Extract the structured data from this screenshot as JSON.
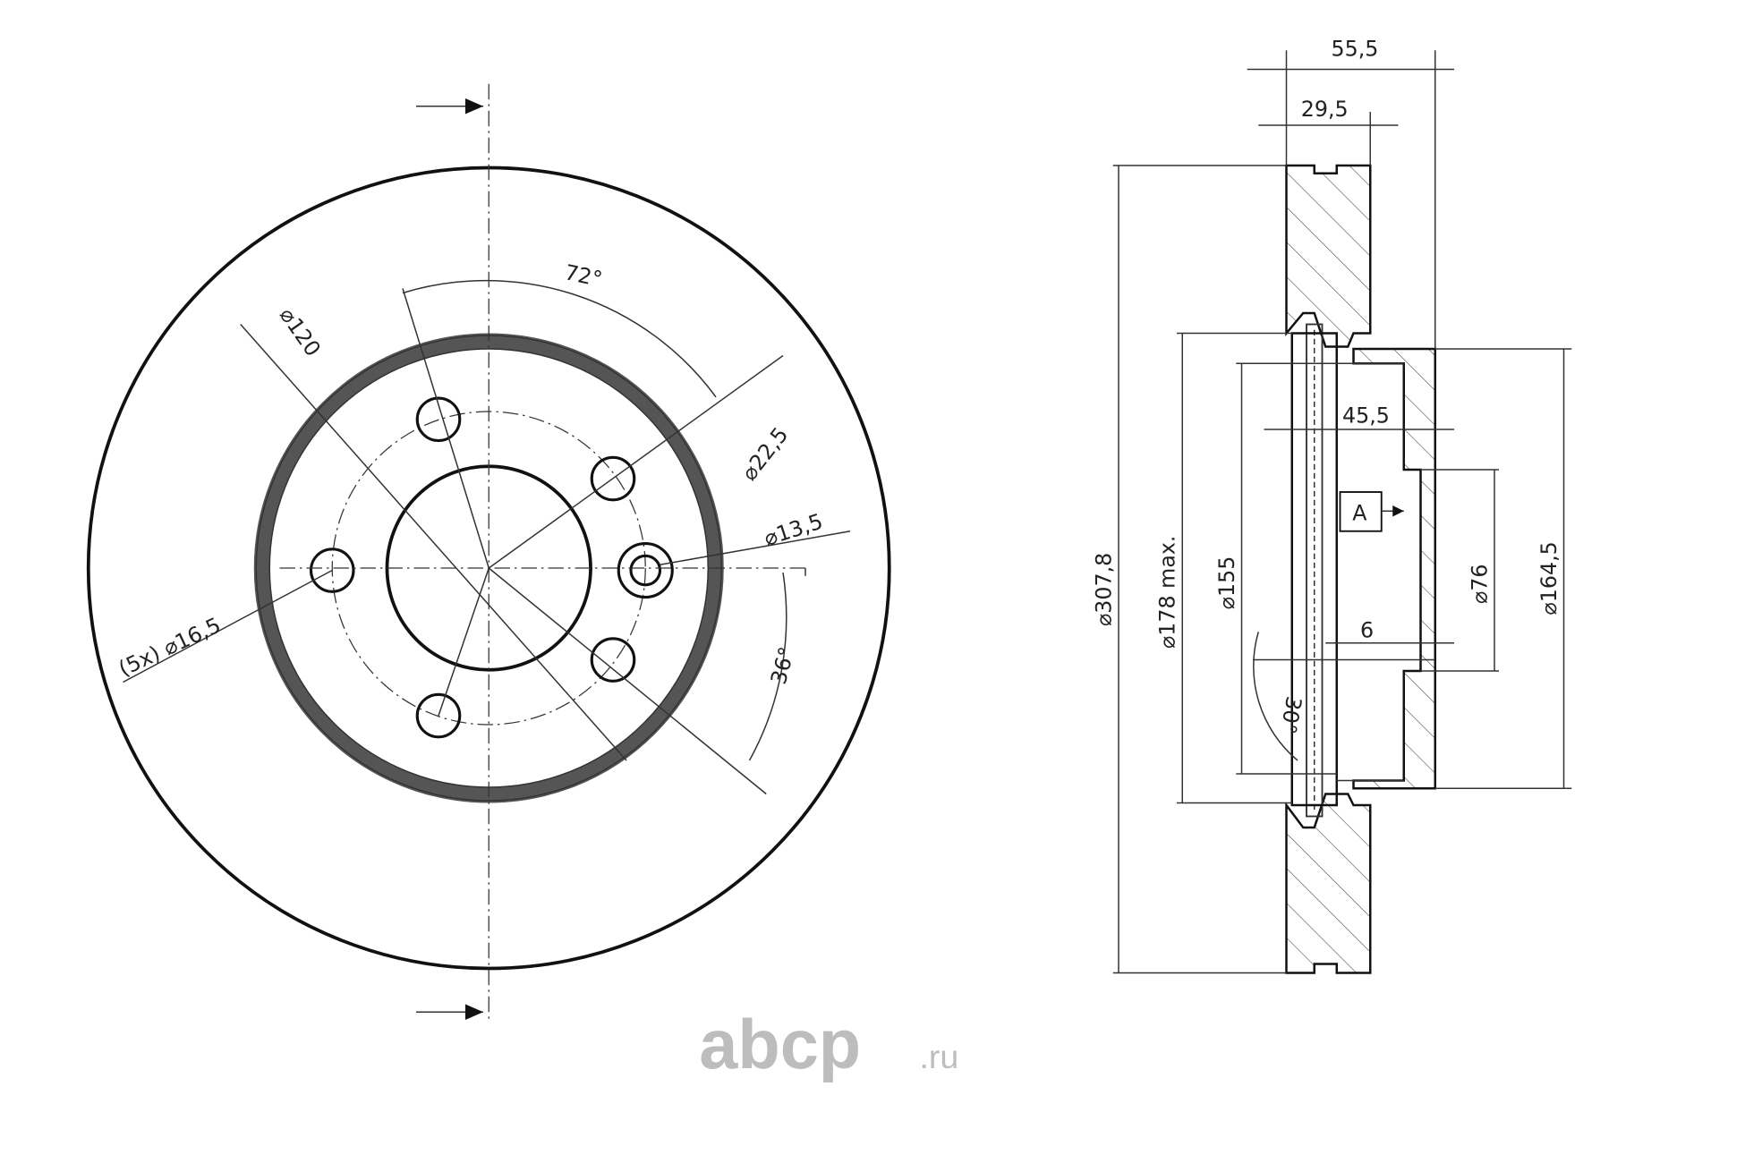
{
  "front_view": {
    "angle_72": "72°",
    "bolt_circle": "⌀120",
    "hub_hole": "⌀22,5",
    "small_hole": "⌀13,5",
    "bolt_holes": "(5x) ⌀16,5",
    "angle_36": "36°"
  },
  "section_view": {
    "overall_width": "55,5",
    "disc_thickness": "29,5",
    "outer_diameter": "⌀307,8",
    "max_diameter": "⌀178 max.",
    "inner_diameter": "⌀155",
    "hat_depth": "45,5",
    "datum": "A",
    "center_bore": "⌀76",
    "hat_diameter": "⌀164,5",
    "flange": "6",
    "angle_30": "30°"
  },
  "watermark": {
    "brand": "abcp",
    "tld": ".ru"
  }
}
